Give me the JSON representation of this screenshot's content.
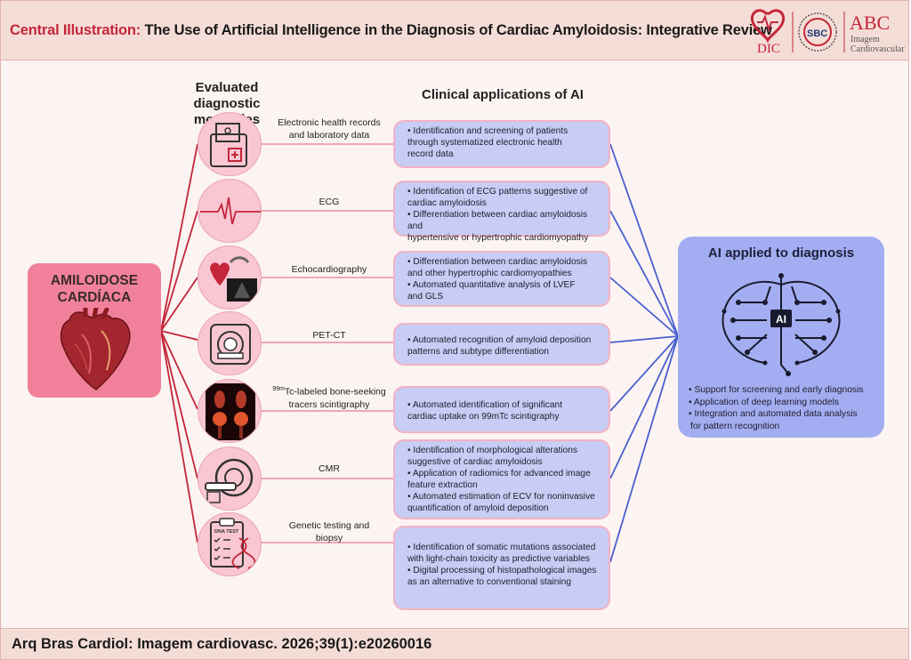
{
  "header": {
    "label": "Central Illustration:",
    "title": "The Use of Artificial Intelligence in the Diagnosis of Cardiac Amyloidosis: Integrative Review",
    "logo_dic": "DIC",
    "logo_sbc": "SBC",
    "logo_abc": "ABC",
    "logo_abc_sub1": "Imagem",
    "logo_abc_sub2": "Cardiovascular"
  },
  "columns": {
    "modalities_line1": "Evaluated diagnostic",
    "modalities_line2": "modalities",
    "applications": "Clinical applications of AI"
  },
  "left": {
    "title_line1": "AMILOIDOSE",
    "title_line2": "CARDÍACA"
  },
  "modalities": [
    {
      "line1": "Electronic health records",
      "line2": "and laboratory data"
    },
    {
      "line1": "ECG",
      "line2": ""
    },
    {
      "line1": "Echocardiography",
      "line2": ""
    },
    {
      "line1": "PET-CT",
      "line2": ""
    },
    {
      "line1_sup": "99m",
      "line1": "Tc-labeled bone-seeking",
      "line2": "tracers scintigraphy"
    },
    {
      "line1": "CMR",
      "line2": ""
    },
    {
      "line1": "Genetic testing and",
      "line2": "biopsy"
    }
  ],
  "applications": [
    [
      "• Identification and screening of patients",
      "through systematized electronic health",
      "record data"
    ],
    [
      "• Identification of ECG patterns suggestive of",
      "cardiac amyloidosis",
      "• Differentiation between cardiac amyloidosis and",
      "hypertensive or hypertrophic cardiomyopathy"
    ],
    [
      "• Differentiation between cardiac amyloidosis",
      "and other hypertrophic cardiomyopathies",
      "• Automated quantitative analysis of LVEF",
      "and GLS"
    ],
    [
      "• Automated recognition of amyloid deposition",
      "patterns and subtype differentiation"
    ],
    [
      "• Automated identification of significant",
      "cardiac uptake on 99mTc scintigraphy"
    ],
    [
      "• Identification of morphological alterations",
      "suggestive of cardiac amyloidosis",
      "• Application of radiomics for advanced image",
      "feature extraction",
      "• Automated estimation of ECV for noninvasive",
      "quantification of amyloid deposition"
    ],
    [
      "• Identification of somatic mutations associated",
      "with light-chain toxicity as predictive variables",
      "• Digital processing of histopathological images",
      "as an alternative to conventional staining"
    ]
  ],
  "right": {
    "title": "AI applied to diagnosis",
    "chip_label": "AI",
    "items": [
      "• Support for screening and early diagnosis",
      "• Application of deep learning models",
      "• Integration and automated data analysis",
      "for pattern recognition"
    ]
  },
  "footer": {
    "citation": "Arq Bras Cardiol: Imagem cardiovasc. 2026;39(1):e20260016"
  },
  "colors": {
    "accent_red": "#c4263a",
    "pink_box": "#f1819a",
    "blue_box": "#a3aef2",
    "app_box": "#c8cdf5"
  },
  "dna_label": "DNA TEST"
}
